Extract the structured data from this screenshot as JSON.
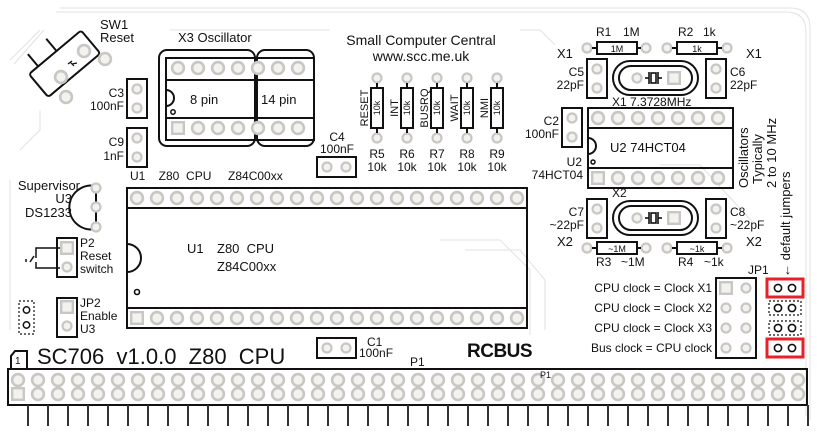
{
  "board": {
    "title": "SC706  v1.0.0  Z80  CPU",
    "pin1_marker": "1",
    "maker": "Small Computer Central",
    "website": "www.scc.me.uk",
    "bus_logo": "RCBUS",
    "connector_label": "P1",
    "connector_pin_label": "P1"
  },
  "components": {
    "sw1": {
      "ref": "SW1",
      "value": "Reset"
    },
    "x3": {
      "label": "X3   Oscillator",
      "left": "8 pin",
      "right": "14 pin"
    },
    "c3": {
      "ref": "C3",
      "value": "100nF"
    },
    "c9": {
      "ref": "C9",
      "value": "1nF"
    },
    "c4": {
      "ref": "C4",
      "value": "100nF"
    },
    "c1": {
      "ref": "C1",
      "value": "100nF"
    },
    "c2": {
      "ref": "C2",
      "value": "100nF"
    },
    "c5": {
      "ref": "C5",
      "value": "22pF"
    },
    "c6": {
      "ref": "C6",
      "value": "22pF"
    },
    "c7": {
      "ref": "C7",
      "value": "~22pF"
    },
    "c8": {
      "ref": "C8",
      "value": "~22pF"
    },
    "r1": {
      "ref": "R1",
      "value": "1M",
      "body": "1M"
    },
    "r2": {
      "ref": "R2",
      "value": "1k",
      "body": "1k"
    },
    "r3": {
      "ref": "R3",
      "value": "~1M",
      "body": "~1M"
    },
    "r4": {
      "ref": "R4",
      "value": "~1k",
      "body": "~1k"
    },
    "pullups": [
      {
        "ref": "R5",
        "value": "10k",
        "signal": "RESET",
        "body": "10k"
      },
      {
        "ref": "R6",
        "value": "10k",
        "signal": "INT",
        "body": "10k"
      },
      {
        "ref": "R7",
        "value": "10k",
        "signal": "BUSRQ",
        "body": "10k"
      },
      {
        "ref": "R8",
        "value": "10k",
        "signal": "WAIT",
        "body": "10k"
      },
      {
        "ref": "R9",
        "value": "10k",
        "signal": "NMI",
        "body": "10k"
      }
    ],
    "x1": {
      "label": "X1  7.3728MHz",
      "side_left": "X1",
      "side_right": "X1"
    },
    "x2": {
      "label": "X2",
      "side_left": "X2",
      "side_right": "X2"
    },
    "u1": {
      "top_label": "U1    Z80  CPU     Z84C00xx",
      "ref": "U1",
      "name": "Z80  CPU",
      "part": "Z84C00xx"
    },
    "u2": {
      "ref": "U2",
      "part": "74HCT04",
      "inner": "U2    74HCT04"
    },
    "u3": {
      "line1": "Supervisor",
      "line2": "U3",
      "line3": "DS1233"
    },
    "p2": {
      "ref": "P2",
      "line2": "Reset",
      "line3": "switch"
    },
    "jp2": {
      "ref": "JP2",
      "line2": "Enable",
      "line3": "U3"
    },
    "osc_note": [
      "Oscillators",
      "Typically",
      "2 to 10 MHz"
    ],
    "default_jumpers": "← default jumpers",
    "jp1": {
      "ref": "JP1",
      "rows": [
        {
          "label": "CPU clock = Clock X1",
          "default": true
        },
        {
          "label": "CPU clock = Clock X2",
          "default": false
        },
        {
          "label": "CPU clock = Clock X3",
          "default": false
        },
        {
          "label": "Bus clock = CPU clock",
          "default": true
        }
      ]
    }
  },
  "colors": {
    "silkscreen": "#111111",
    "pad_ring": "#c8c6c2",
    "pad_fill": "#f1f0ee",
    "trace": "#e4e4e4",
    "highlight": "#e8202a"
  }
}
